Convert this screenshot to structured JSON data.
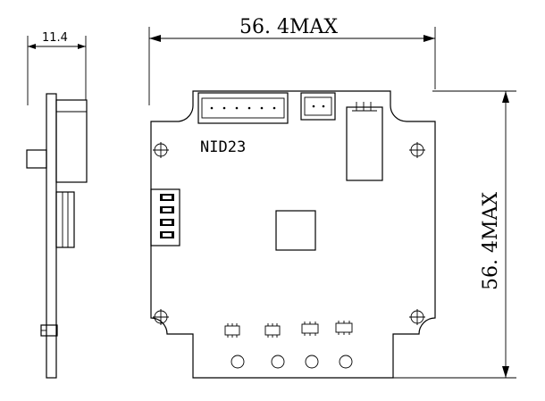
{
  "drawing": {
    "side_view": {
      "thickness_label": "11.4"
    },
    "top_view": {
      "board_label": "NID23",
      "width_label": "56. 4MAX",
      "height_label": "56. 4MAX"
    }
  }
}
